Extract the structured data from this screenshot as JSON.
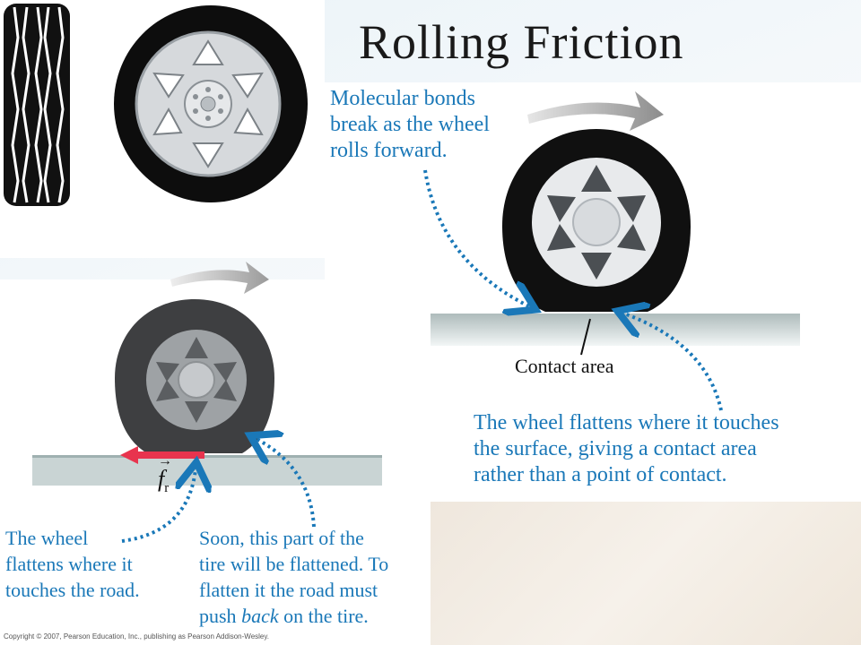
{
  "title": "Rolling Friction",
  "right_panel": {
    "callout_top": [
      "Molecular bonds",
      "break as the wheel",
      "rolls forward."
    ],
    "contact_label": "Contact area",
    "callout_bottom": [
      "The wheel flattens where it touches",
      "the surface, giving a contact area",
      "rather than a point of contact."
    ]
  },
  "bottom_left_panel": {
    "force_symbol": "f",
    "force_subscript": "r",
    "callout_left": [
      "The wheel",
      "flattens where it",
      "touches the road."
    ],
    "callout_right_line1": "Soon, this part of the",
    "callout_right_line2": "tire will be flattened. To",
    "callout_right_line3": "flatten it the road must",
    "callout_right_line4_pre": "push ",
    "callout_right_line4_em": "back",
    "callout_right_line4_post": " on the tire."
  },
  "copyright": "Copyright © 2007, Pearson Education, Inc., publishing as Pearson Addison-Wesley.",
  "colors": {
    "blue_text": "#1a78b8",
    "friction_arrow": "#e8344e",
    "tire": "#111111",
    "road": "#c9d4d4"
  }
}
